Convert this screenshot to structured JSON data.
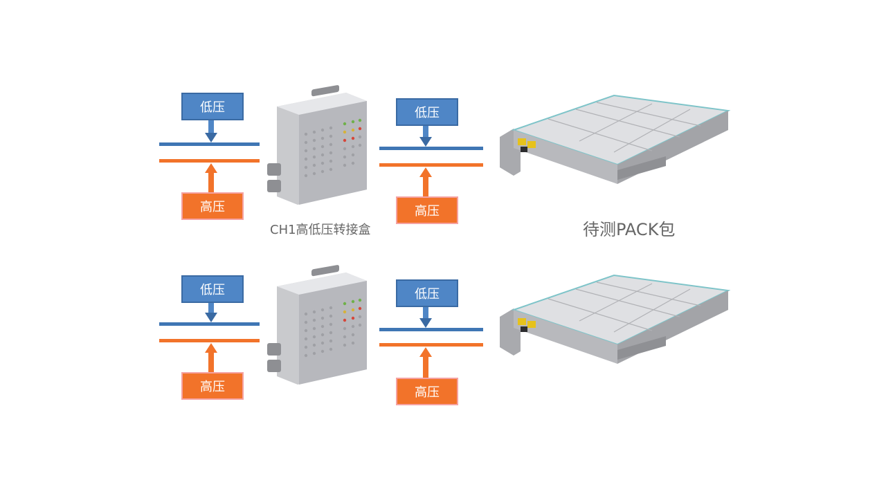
{
  "labels": {
    "low_voltage": "低压",
    "high_voltage": "高压"
  },
  "captions": {
    "junction_box": "CH1高低压转接盒",
    "pack": "待测PACK包"
  },
  "colors": {
    "low_line": "#3f76b4",
    "high_line": "#f2732a",
    "low_box": "#4f86c6",
    "high_box": "#f2732a"
  }
}
